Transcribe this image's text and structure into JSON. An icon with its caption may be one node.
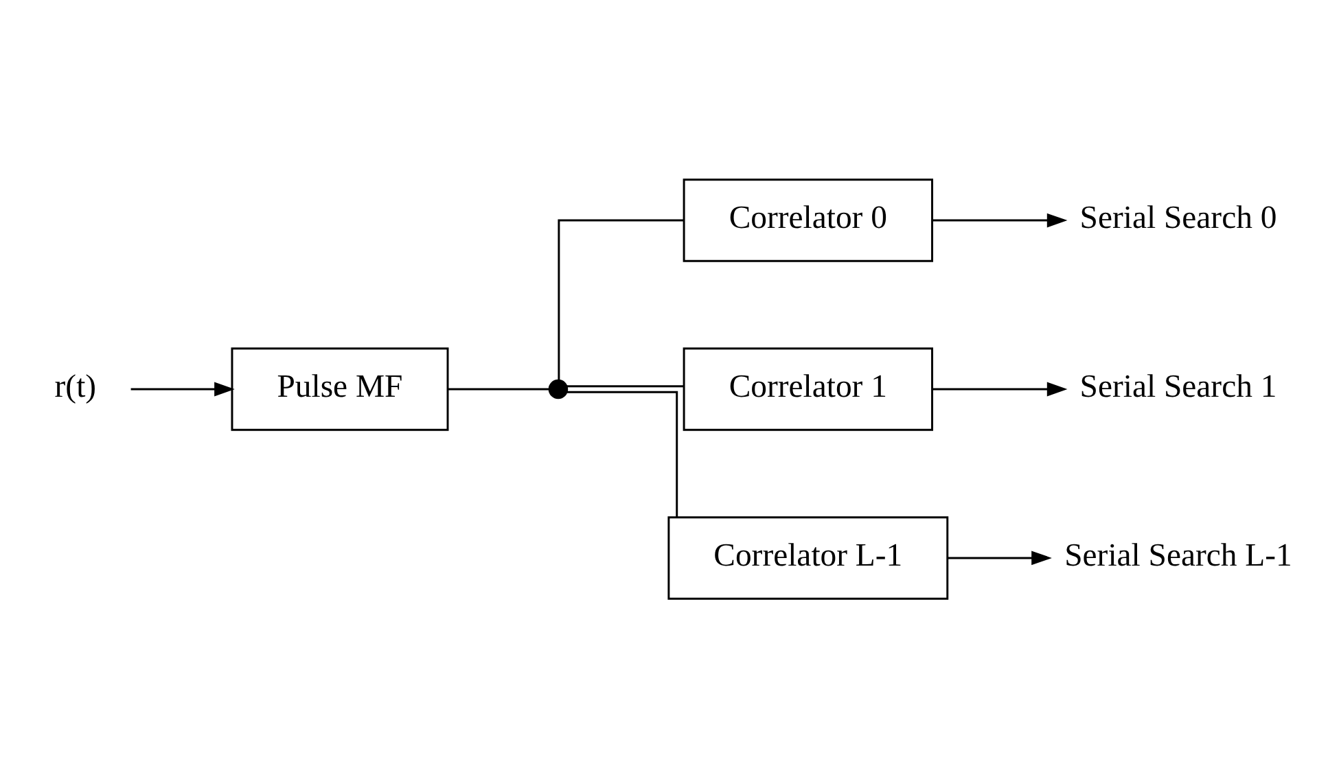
{
  "diagram": {
    "nodes": [
      {
        "text": [
          "r(t)"
        ]
      },
      {
        "text": [
          "Pulse MF"
        ]
      },
      {
        "text": [],
        "shape": "picture"
      },
      {
        "text": [
          "Correlator 0"
        ]
      },
      {
        "text": [
          "Correlator 1"
        ]
      },
      {
        "text": [
          "Correlator L-1"
        ]
      },
      {
        "text": [
          "Serial Search 0"
        ]
      },
      {
        "text": [
          "Serial Search 1"
        ]
      },
      {
        "text": [
          "Serial Search L-1"
        ]
      }
    ],
    "edges": [
      {
        "from": 0,
        "to": 1,
        "arrow": "to"
      },
      {
        "from": 1,
        "to": 2,
        "arrow": "none"
      },
      {
        "from": 2,
        "to": 3,
        "arrow": "none"
      },
      {
        "from": 2,
        "to": 4,
        "arrow": "none"
      },
      {
        "from": 2,
        "to": 5,
        "arrow": "none"
      },
      {
        "from": 3,
        "to": 6,
        "arrow": "to"
      },
      {
        "from": 4,
        "to": 7,
        "arrow": "to"
      },
      {
        "from": 5,
        "to": 8,
        "arrow": "to"
      }
    ]
  }
}
